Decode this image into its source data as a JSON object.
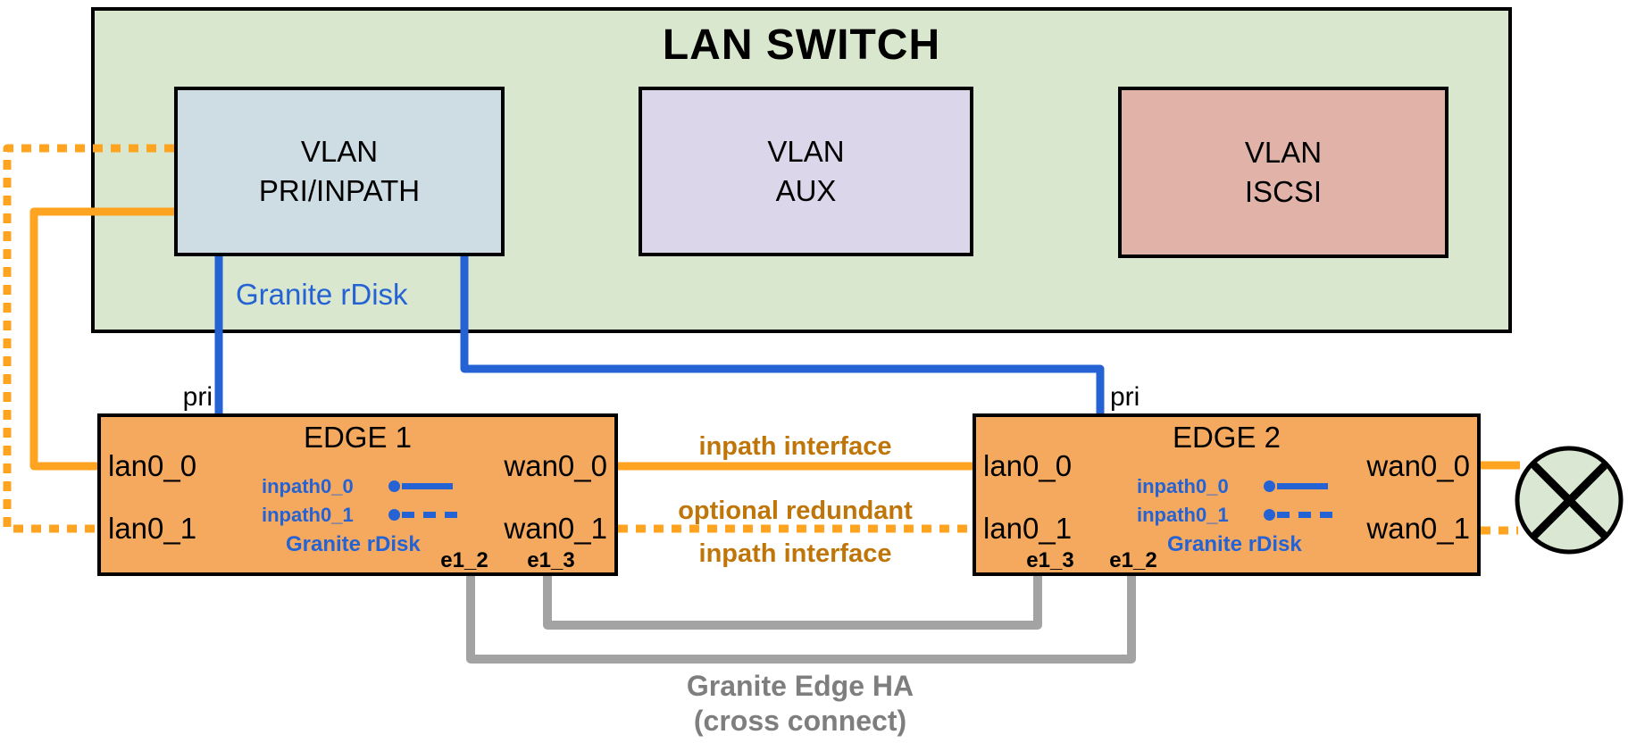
{
  "colors": {
    "lan_switch_fill": "#d9e7ce",
    "vlan_pri_fill": "#cedde4",
    "vlan_aux_fill": "#dcd6eb",
    "vlan_iscsi_fill": "#e1b3a8",
    "edge_fill": "#f4a95f",
    "orange_line": "#ffa420",
    "blue": "#2563d4",
    "label_orange": "#bf7508",
    "gray_line": "#a3a3a3",
    "gray_text": "#7e7e7e",
    "border_black": "#000000",
    "circle_fill": "#dae8d3"
  },
  "lan_switch": {
    "title": "LAN SWITCH",
    "vlans": {
      "pri": {
        "line1": "VLAN",
        "line2": "PRI/INPATH"
      },
      "aux": {
        "line1": "VLAN",
        "line2": "AUX"
      },
      "iscsi": {
        "line1": "VLAN",
        "line2": "ISCSI"
      }
    }
  },
  "links": {
    "granite_rdisk": "Granite rDisk",
    "pri_left": "pri",
    "pri_right": "pri",
    "inpath_interface_top": "inpath interface",
    "optional_redundant": "optional redundant",
    "inpath_interface_bottom": "inpath interface",
    "granite_edge_ha_line1": "Granite Edge HA",
    "granite_edge_ha_line2": "(cross connect)"
  },
  "edge1": {
    "title": "EDGE 1",
    "ports": {
      "lan0_0": "lan0_0",
      "lan0_1": "lan0_1",
      "wan0_0": "wan0_0",
      "wan0_1": "wan0_1",
      "inpath0_0": "inpath0_0",
      "inpath0_1": "inpath0_1",
      "e1_2": "e1_2",
      "e1_3": "e1_3"
    },
    "granite_rdisk": "Granite rDisk"
  },
  "edge2": {
    "title": "EDGE 2",
    "ports": {
      "lan0_0": "lan0_0",
      "lan0_1": "lan0_1",
      "wan0_0": "wan0_0",
      "wan0_1": "wan0_1",
      "inpath0_0": "inpath0_0",
      "inpath0_1": "inpath0_1",
      "e1_2": "e1_2",
      "e1_3": "e1_3"
    },
    "granite_rdisk": "Granite rDisk"
  }
}
